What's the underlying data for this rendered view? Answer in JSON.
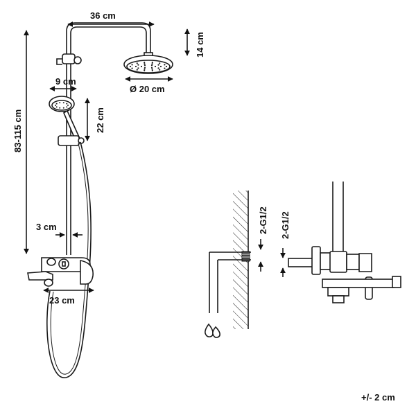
{
  "dimensions": {
    "arm_width": "36 cm",
    "head_height": "14 cm",
    "head_diameter": "Ø 20 cm",
    "handset_width": "9 cm",
    "handset_height": "22 cm",
    "total_height": "83-115 cm",
    "wall_gap": "3 cm",
    "spout_length": "23 cm"
  },
  "connections": {
    "wall_thread": "2-G1/2",
    "mixer_thread": "2-G1/2"
  },
  "tolerance": "+/- 2 cm"
}
